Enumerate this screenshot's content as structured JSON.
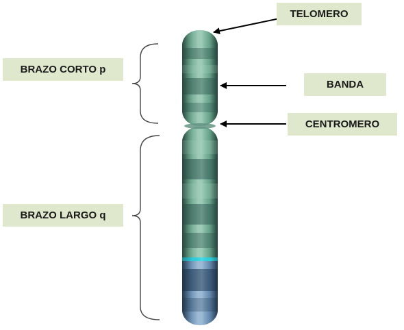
{
  "labels": {
    "telomero": "TELOMERO",
    "banda": "BANDA",
    "centromero": "CENTROMERO",
    "brazo_corto": "BRAZO CORTO p",
    "brazo_largo": "BRAZO LARGO q"
  },
  "colors": {
    "label_background": "#dfe8cd",
    "chromatid_light": "#8ac3a9",
    "chromatid_mid": "#5c9b82",
    "chromatid_dark": "#3f6e63",
    "band_blue_dark": "#3d5f80",
    "band_blue_light": "#7ea3c7",
    "marker_cyan": "#2fd6e6",
    "arrow": "#000000",
    "bracket": "#444444"
  },
  "icons": {
    "pointer": "arrow-left-icon"
  }
}
